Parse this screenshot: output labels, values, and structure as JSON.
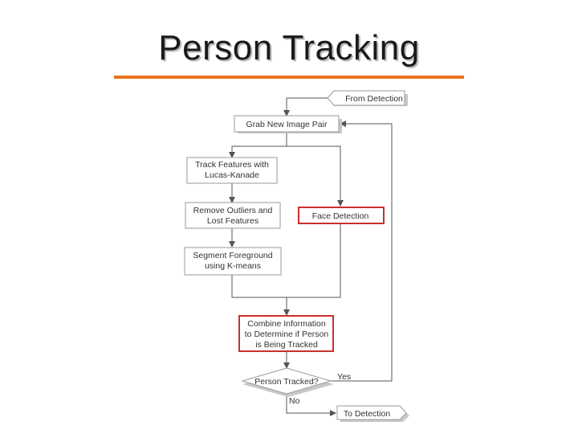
{
  "slide": {
    "title": "Person Tracking",
    "accent_color": "#e8731f"
  },
  "flowchart": {
    "from_detection": "From Detection",
    "grab": "Grab New Image Pair",
    "track_line1": "Track Features with",
    "track_line2": "Lucas-Kanade",
    "remove_line1": "Remove Outliers and",
    "remove_line2": "Lost Features",
    "segment_line1": "Segment Foreground",
    "segment_line2": "using K-means",
    "face": "Face Detection",
    "combine_line1": "Combine Information",
    "combine_line2": "to Determine if Person",
    "combine_line3": "is Being Tracked",
    "decision": "Person Tracked?",
    "yes": "Yes",
    "no": "No",
    "to_detection": "To Detection",
    "highlight_color": "#c9302c"
  }
}
